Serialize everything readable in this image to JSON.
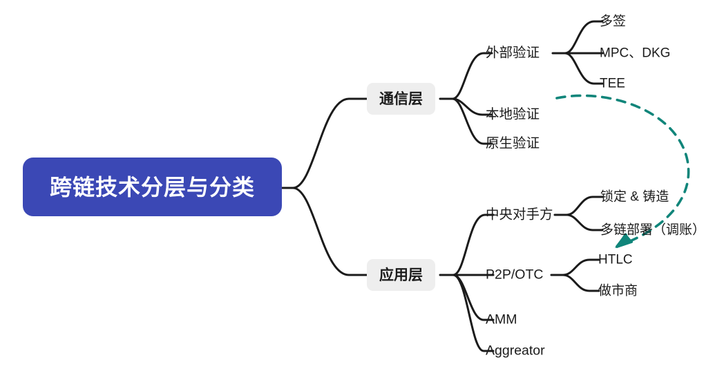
{
  "diagram": {
    "type": "mindmap",
    "title": "跨链技术分层与分类",
    "orientation": "left-to-right",
    "colors": {
      "root_fill": "#3b48b5",
      "root_text": "#ffffff",
      "branch_fill": "#eeeeee",
      "branch_text": "#1b1b1b",
      "edge": "#1b1b1b",
      "annotation_arrow": "#10857a",
      "background": "#ffffff"
    },
    "root": {
      "label": "跨链技术分层与分类"
    },
    "branches": [
      {
        "id": "communication-layer",
        "label": "通信层",
        "children": [
          {
            "id": "external-verification",
            "label": "外部验证",
            "children": [
              {
                "id": "multisig",
                "label": "多签"
              },
              {
                "id": "mpc-dkg",
                "label": "MPC、DKG"
              },
              {
                "id": "tee",
                "label": "TEE"
              }
            ]
          },
          {
            "id": "local-verification",
            "label": "本地验证",
            "children": []
          },
          {
            "id": "native-verification",
            "label": "原生验证",
            "children": []
          }
        ]
      },
      {
        "id": "application-layer",
        "label": "应用层",
        "children": [
          {
            "id": "central-counterparty",
            "label": "中央对手方",
            "children": [
              {
                "id": "lock-and-mint",
                "label": "锁定 & 铸造"
              },
              {
                "id": "multichain-deploy",
                "label": "多链部署（调账）"
              }
            ]
          },
          {
            "id": "p2p-otc",
            "label": "P2P/OTC",
            "children": [
              {
                "id": "htlc",
                "label": "HTLC"
              },
              {
                "id": "market-maker",
                "label": "做市商"
              }
            ]
          },
          {
            "id": "amm",
            "label": "AMM",
            "children": []
          },
          {
            "id": "aggreator",
            "label": "Aggreator",
            "children": []
          }
        ]
      }
    ],
    "annotation": {
      "id": "teal-dashed-arrow",
      "style": "dashed-curved-arrow",
      "color": "#10857a",
      "from": "TEE",
      "to": "多链部署（调账）"
    }
  }
}
